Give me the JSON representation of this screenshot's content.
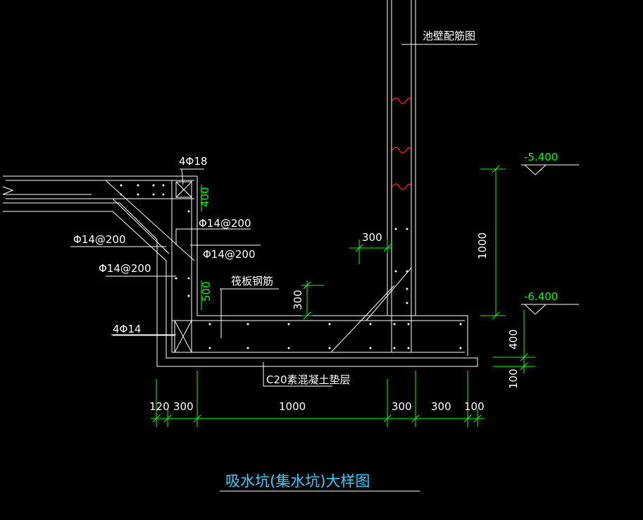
{
  "drawing": {
    "title": "吸水坑(集水坑)大样图",
    "labels": {
      "wall_rebar": "池壁配筋图",
      "top_bars": "4Φ18",
      "rebar_right": "Φ14@200",
      "rebar_right2": "Φ14@200",
      "rebar_left": "Φ14@200",
      "rebar_left2": "Φ14@200",
      "bottom_bars": "4Φ14",
      "raft_rebar": "筏板钢筋",
      "cushion": "C20素混凝土垫层"
    },
    "dims": {
      "d400_vert": "400",
      "d500_vert": "500",
      "d300_haunch": "300",
      "d300_wall": "300",
      "d1000_right": "1000",
      "d400_right": "400",
      "d100_right": "100",
      "b120": "120",
      "b300a": "300",
      "b1000": "1000",
      "b300b": "300",
      "b300c": "300",
      "b100": "100"
    },
    "levels": {
      "top": "-5.400",
      "bottom": "-6.400"
    }
  }
}
